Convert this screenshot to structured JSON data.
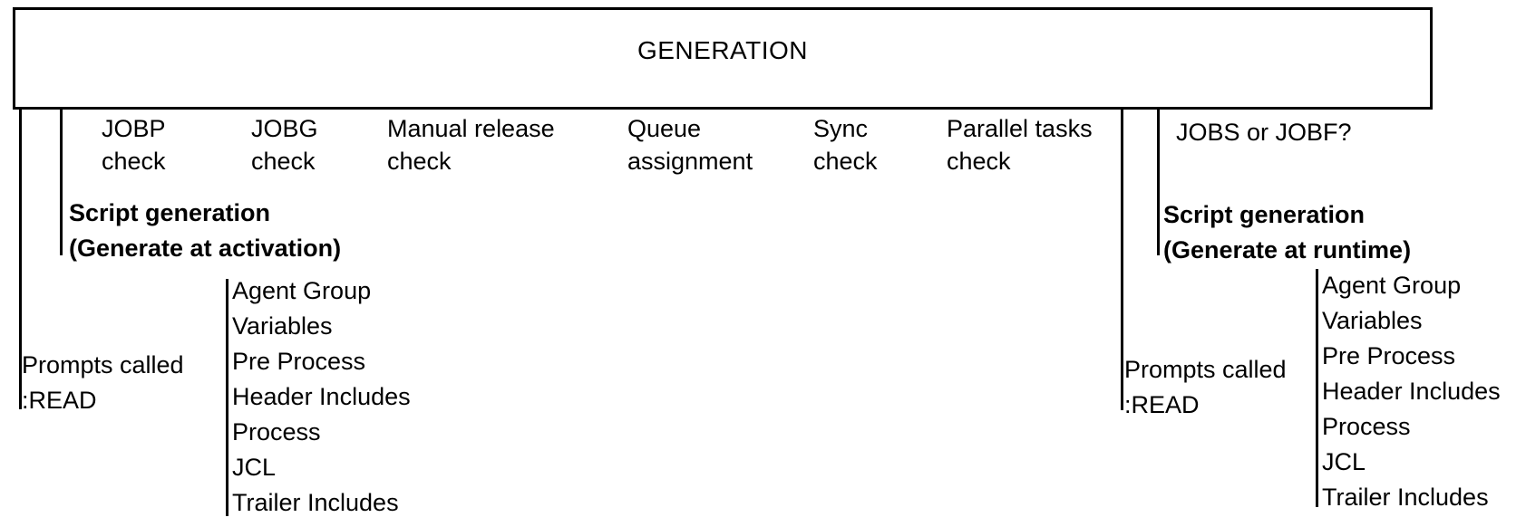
{
  "colors": {
    "ink": "#000000",
    "background": "#ffffff"
  },
  "header": {
    "title": "GENERATION"
  },
  "checks": [
    {
      "label": "JOBP\ncheck"
    },
    {
      "label": "JOBG\ncheck"
    },
    {
      "label": "Manual release\ncheck"
    },
    {
      "label": "Queue\nassignment"
    },
    {
      "label": "Sync\ncheck"
    },
    {
      "label": "Parallel tasks\ncheck"
    }
  ],
  "runtime_question": {
    "label": "JOBS or JOBF?"
  },
  "activation_branch": {
    "heading": "Script generation\n(Generate at activation)",
    "prompts": "Prompts called\n:READ",
    "script_parts": [
      "Agent Group",
      "Variables",
      "Pre Process",
      "Header Includes",
      "Process",
      "JCL",
      "Trailer Includes"
    ]
  },
  "runtime_branch": {
    "heading": "Script generation\n(Generate at runtime)",
    "prompts": "Prompts called\n:READ",
    "script_parts": [
      "Agent Group",
      "Variables",
      "Pre Process",
      "Header Includes",
      "Process",
      "JCL",
      "Trailer Includes"
    ]
  }
}
